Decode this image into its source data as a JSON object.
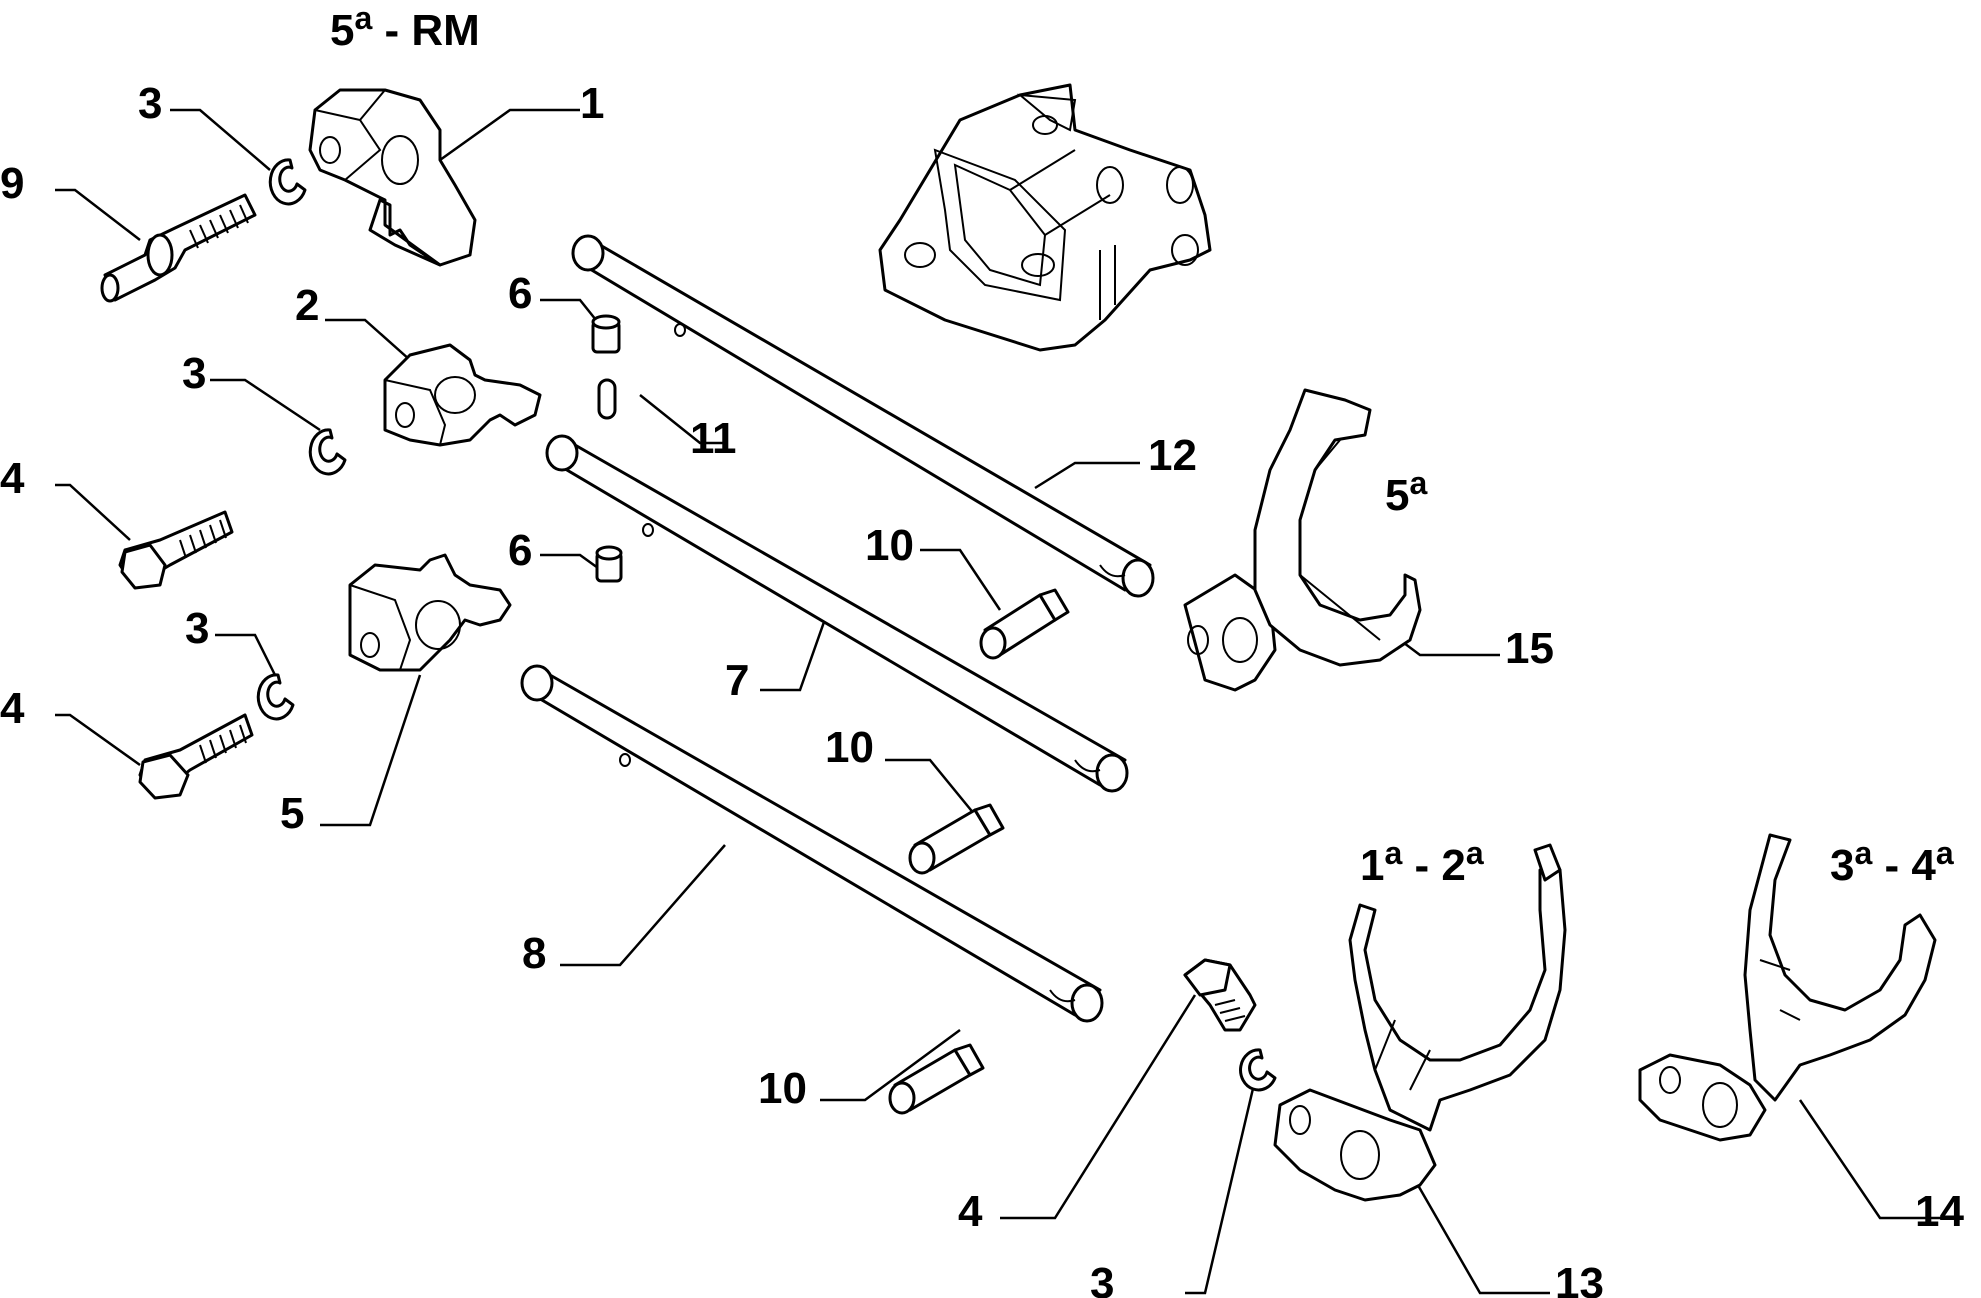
{
  "callouts": {
    "c1": "1",
    "c2": "2",
    "c3a": "3",
    "c3b": "3",
    "c3c": "3",
    "c3d": "3",
    "c4a": "4",
    "c4b": "4",
    "c4c": "4",
    "c5": "5",
    "c6a": "6",
    "c6b": "6",
    "c7": "7",
    "c8": "8",
    "c9": "9",
    "c10a": "10",
    "c10b": "10",
    "c10c": "10",
    "c11": "11",
    "c12": "12",
    "c13": "13",
    "c14": "14",
    "c15": "15"
  },
  "gear_labels": {
    "rm": {
      "num": "5",
      "sup": "a",
      "rest": " - RM"
    },
    "fifth": {
      "num": "5",
      "sup": "a"
    },
    "first_second": {
      "n1": "1",
      "s1": "a",
      "mid": " - ",
      "n2": "2",
      "s2": "a"
    },
    "third_fourth": {
      "n1": "3",
      "s1": "a",
      "mid": " - ",
      "n2": "4",
      "s2": "a"
    }
  }
}
